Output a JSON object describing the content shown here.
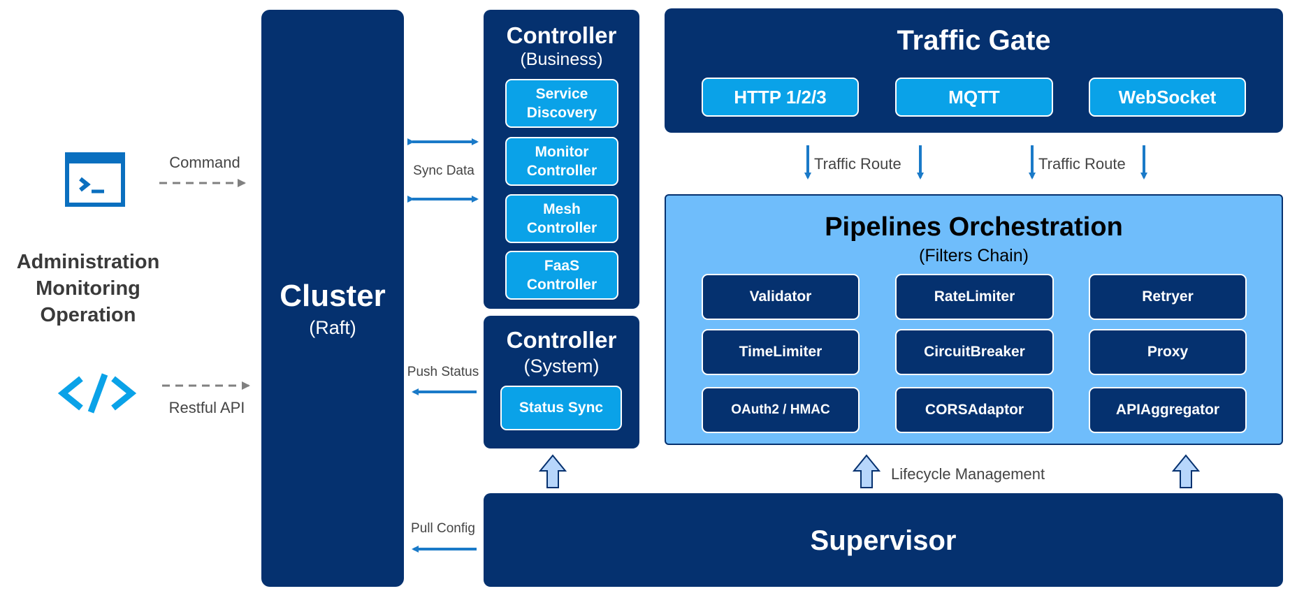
{
  "admin": {
    "line1": "Administration",
    "line2": "Monitoring",
    "line3": "Operation",
    "command": "Command",
    "restful": "Restful API"
  },
  "cluster": {
    "title": "Cluster",
    "subtitle": "(Raft)"
  },
  "connectors": {
    "sync_data": "Sync Data",
    "push_status": "Push Status",
    "pull_config": "Pull Config",
    "traffic_route_1": "Traffic Route",
    "traffic_route_2": "Traffic Route",
    "lifecycle": "Lifecycle Management"
  },
  "controller_business": {
    "title": "Controller",
    "subtitle": "(Business)",
    "items": [
      "Service\nDiscovery",
      "Monitor\nController",
      "Mesh\nController",
      "FaaS\nController"
    ]
  },
  "controller_system": {
    "title": "Controller",
    "subtitle": "(System)",
    "item": "Status Sync"
  },
  "traffic_gate": {
    "title": "Traffic Gate",
    "items": [
      "HTTP 1/2/3",
      "MQTT",
      "WebSocket"
    ]
  },
  "pipelines": {
    "title": "Pipelines Orchestration",
    "subtitle": "(Filters Chain)",
    "filters": [
      "Validator",
      "RateLimiter",
      "Retryer",
      "TimeLimiter",
      "CircuitBreaker",
      "Proxy",
      "OAuth2 / HMAC",
      "CORSAdaptor",
      "APIAggregator"
    ]
  },
  "supervisor": {
    "title": "Supervisor"
  },
  "colors": {
    "dark_blue": "#05316f",
    "mid_blue": "#0aa2e8",
    "light_blue": "#6fbdfb",
    "arrow_blue": "#1a7ac8",
    "pale_arrow": "#b7d6fb"
  },
  "icons": [
    "terminal-icon",
    "code-icon"
  ]
}
